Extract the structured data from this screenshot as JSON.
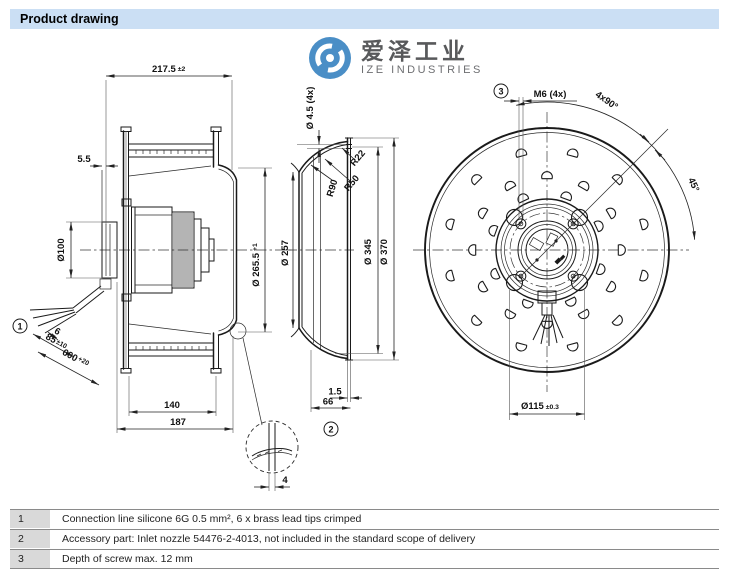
{
  "header": {
    "title": "Product drawing",
    "bg_color": "#cbdff4"
  },
  "logo": {
    "brand_cn": "爱泽工业",
    "brand_en": "IZE INDUSTRIES",
    "circle_color": "#4a8ec6"
  },
  "side_view": {
    "dim_depth_total": {
      "value": "217.5",
      "tol": "±2"
    },
    "dim_gap": "5.5",
    "dim_motor": "Ø100",
    "dim_cable_6": "6",
    "dim_cable_85": {
      "value": "85",
      "tol": "±10"
    },
    "dim_cable_600": {
      "value": "600",
      "tol": "+20"
    },
    "dim_impeller_width": "140",
    "dim_depth": "187",
    "dim_inlet": {
      "value": "Ø 265.5",
      "tol": "+1"
    },
    "dim_detail_gap": "4",
    "callout_1": "1"
  },
  "nozzle_view": {
    "dim_hole": "Ø 4.5 (4x)",
    "r22": "R22",
    "r50": "R50",
    "r90": "R90",
    "dim_throat": "Ø 257",
    "dim_bolt_circle": "Ø 345",
    "dim_outer": "Ø 370",
    "dim_thickness": "1.5",
    "dim_depth": "66",
    "callout_2": "2"
  },
  "front_view": {
    "dim_screw": "M6 (4x)",
    "dim_pattern": "4x90°",
    "dim_angle": "45°",
    "dim_bolt_circle": {
      "value": "Ø115",
      "tol": "±0.3"
    },
    "callout_3": "3"
  },
  "notes": {
    "rows": [
      {
        "num": "1",
        "text": "Connection line silicone 6G 0.5 mm², 6 x brass lead tips crimped"
      },
      {
        "num": "2",
        "text": "Accessory part: Inlet nozzle 54476-2-4013, not included in the standard scope of delivery"
      },
      {
        "num": "3",
        "text": "Depth of screw max. 12 mm"
      }
    ]
  }
}
